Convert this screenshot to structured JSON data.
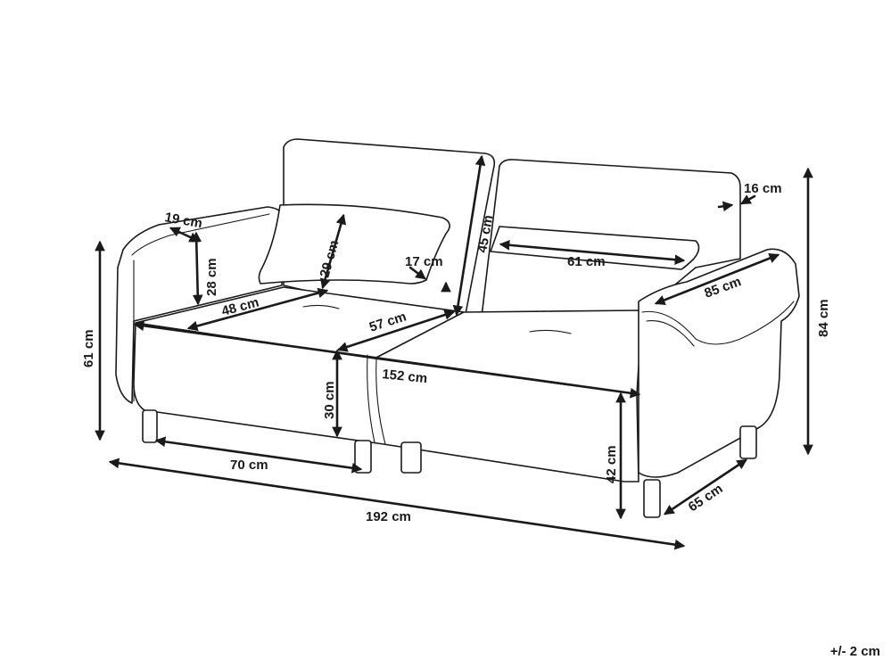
{
  "dimensions": {
    "d19": "19 cm",
    "d28": "28 cm",
    "d29": "29 cm",
    "d45": "45 cm",
    "d16": "16 cm",
    "d17": "17 cm",
    "d61w": "61 cm",
    "d85": "85 cm",
    "d48": "48 cm",
    "d57": "57 cm",
    "d61h": "61 cm",
    "d84": "84 cm",
    "d152": "152 cm",
    "d30": "30 cm",
    "d70": "70 cm",
    "d42": "42 cm",
    "d65": "65 cm",
    "d192": "192 cm"
  },
  "tolerance": "+/- 2 cm"
}
